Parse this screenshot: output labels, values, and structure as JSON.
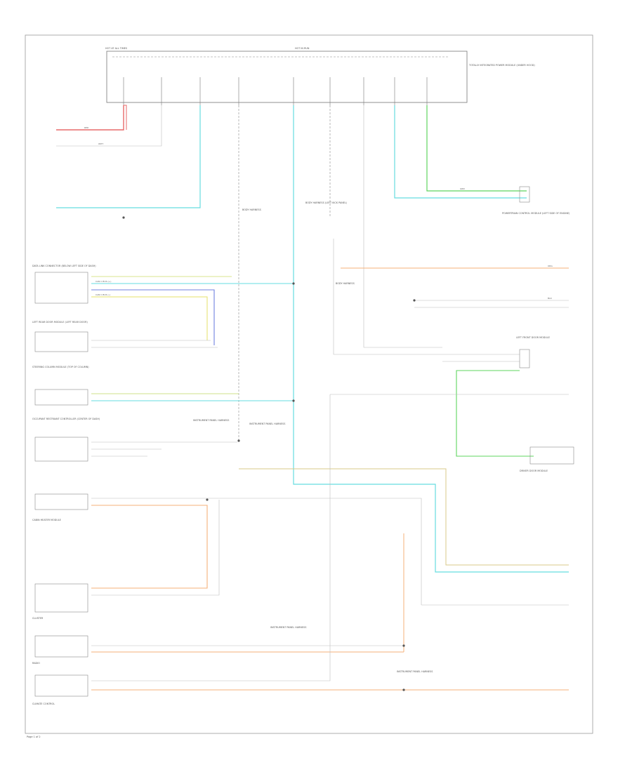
{
  "diagram": {
    "footer": "Page 1 of 2",
    "module_header": {
      "left": "HOT AT ALL TIMES",
      "center": "HOT IN RUN",
      "right": "TOTALLY INTEGRATED POWER MODULE (UNDER HOOD)"
    },
    "modules": [
      {
        "id": "data-link",
        "label": "DATA LINK CONNECTOR (BELOW LEFT SIDE OF DASH)"
      },
      {
        "id": "left-rear-door",
        "label": "LEFT REAR DOOR MODULE (LEFT REAR DOOR)"
      },
      {
        "id": "steering-column",
        "label": "STEERING COLUMN MODULE (TOP OF COLUMN)"
      },
      {
        "id": "occupant-restraint",
        "label": "OCCUPANT RESTRAINT CONTROLLER (CENTER OF DASH)"
      },
      {
        "id": "cabin-heater",
        "label": "CABIN HEATER MODULE"
      },
      {
        "id": "radio",
        "label": "RADIO"
      },
      {
        "id": "climate-control",
        "label": "CLIMATE CONTROL"
      },
      {
        "id": "cluster",
        "label": "CLUSTER"
      },
      {
        "id": "powertrain",
        "label": "POWERTRAIN CONTROL MODULE (LEFT SIDE OF ENGINE)"
      },
      {
        "id": "left-front-door",
        "label": "LEFT FRONT DOOR MODULE"
      },
      {
        "id": "driver-door",
        "label": "DRIVER DOOR MODULE"
      }
    ],
    "splices": [
      {
        "id": "s1",
        "label": "BODY HARNESS"
      },
      {
        "id": "s2",
        "label": "BODY HARNESS (LEFT KICK PANEL)"
      },
      {
        "id": "s3",
        "label": "BODY HARNESS"
      },
      {
        "id": "s4",
        "label": "INSTRUMENT PANEL HARNESS"
      },
      {
        "id": "s5",
        "label": "INSTRUMENT PANEL HARNESS"
      },
      {
        "id": "s6",
        "label": "INSTRUMENT PANEL HARNESS"
      },
      {
        "id": "s7",
        "label": "INSTRUMENT PANEL HARNESS"
      }
    ],
    "wire_labels": {
      "can_h": "CAN C BUS (+)",
      "can_l": "CAN C BUS (-)",
      "red": "RED",
      "wht": "WHT",
      "blk": "BLK",
      "grn": "GRN",
      "org": "ORG"
    }
  }
}
